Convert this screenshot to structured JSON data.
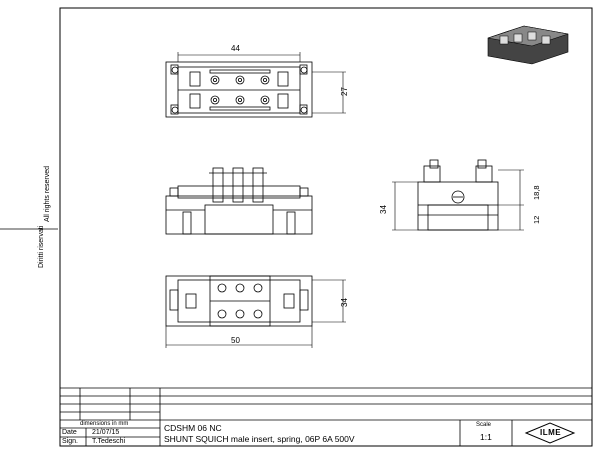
{
  "side_text": {
    "left": "Diritti riservati",
    "right": "All rights reserved"
  },
  "dimensions": {
    "top_width": "44",
    "top_height": "27",
    "side_height": "34",
    "side_upper": "18,8",
    "side_lower": "12",
    "bottom_height": "34",
    "bottom_width": "50"
  },
  "title_block": {
    "units_note": "dimensions in mm",
    "date_label": "Date",
    "date_value": "21/07/15",
    "sign_label": "Sign.",
    "sign_value": "T.Tedeschi",
    "part_code": "CDSHM 06 NC",
    "description": "SHUNT SQUICH male insert, spring, 06P 6A 500V",
    "scale_label": "Scale",
    "scale_value": "1:1",
    "logo_text": "ILME"
  }
}
